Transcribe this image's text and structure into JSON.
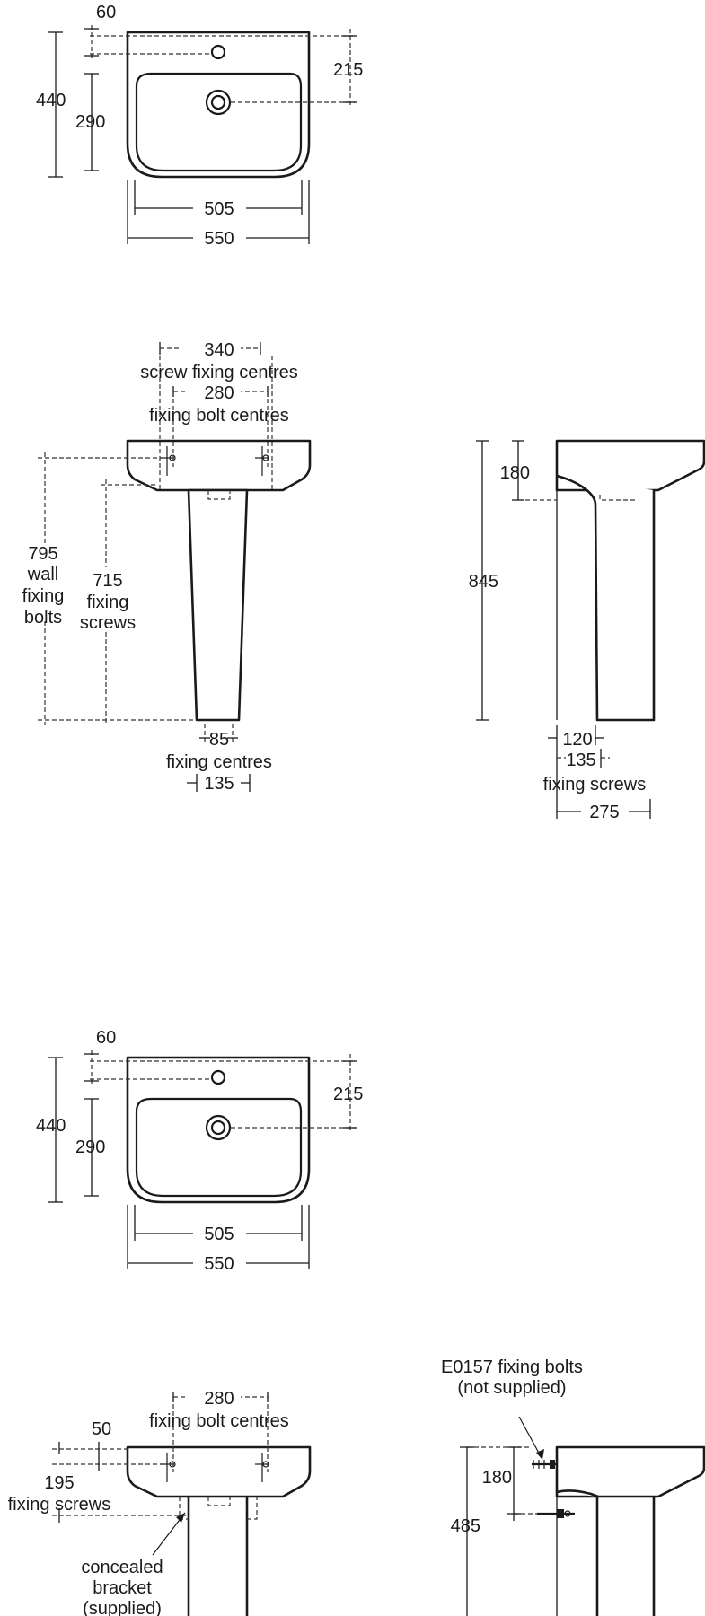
{
  "view1": {
    "dims": {
      "tap_hole_offset": "60",
      "overall_depth": "440",
      "bowl_depth": "290",
      "waste_from_wall": "215",
      "bowl_width": "505",
      "overall_width": "550"
    }
  },
  "view2": {
    "dims": {
      "screw_centres": "340",
      "screw_centres_label": "screw fixing centres",
      "bolt_centres": "280",
      "bolt_centres_label": "fixing bolt centres",
      "wall_bolts_height": "795",
      "wall_bolts_label": [
        "wall",
        "fixing",
        "bolts"
      ],
      "screws_height": "715",
      "screws_label": [
        "fixing",
        "screws"
      ],
      "pedestal_fixing_centres": "85",
      "pedestal_fixing_label": "fixing centres",
      "pedestal_width": "135"
    }
  },
  "view3": {
    "dims": {
      "basin_height": "180",
      "overall_height": "845",
      "pedestal_depth": "120",
      "fixing_screws": "135",
      "fixing_screws_label": "fixing screws",
      "projection": "275"
    }
  },
  "view4": {
    "dims": {
      "tap_hole_offset": "60",
      "overall_depth": "440",
      "bowl_depth": "290",
      "waste_from_wall": "215",
      "bowl_width": "505",
      "overall_width": "550"
    }
  },
  "view5": {
    "dims": {
      "bolt_centres": "280",
      "bolt_centres_label": "fixing bolt centres",
      "top_offset": "50",
      "screws_offset": "195",
      "screws_label": "fixing screws",
      "bracket_label": [
        "concealed",
        "bracket",
        "(supplied)"
      ]
    }
  },
  "view6": {
    "dims": {
      "bolts_label": [
        "E0157 fixing bolts",
        "(not supplied)"
      ],
      "basin_height": "180",
      "overall_height": "485"
    }
  }
}
